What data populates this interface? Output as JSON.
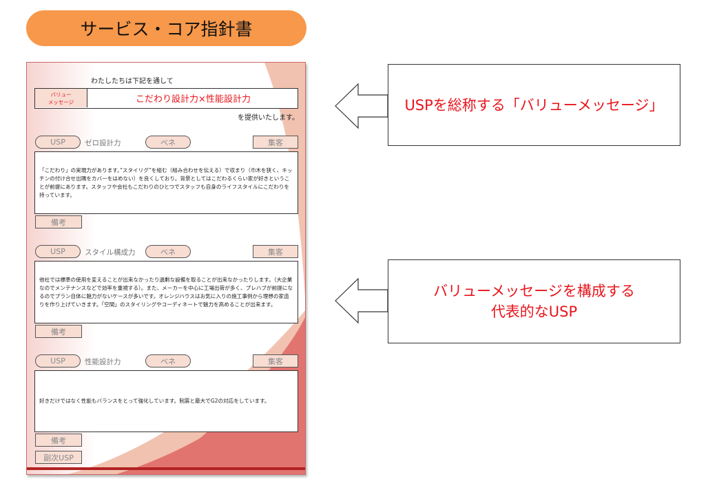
{
  "title": "サービス・コア指針書",
  "doc": {
    "intro": "わたしたちは下記を通して",
    "value_label_1": "バリュー",
    "value_label_2": "メッセージ",
    "value_message": "こだわり設計力×性能設計力",
    "outro": "を提供いたします。",
    "sections": [
      {
        "usp": "USP",
        "name": "ゼロ設計力",
        "bene": "ベネ",
        "shukyaku": "集客",
        "body": "「こだわり」の実現力があります。”スタイリグ”を組む（組み合わせを伝える）で収まり（巾木を狭く、キッチンの付け合せ出隅をカバーをはめない）を良くしており。背景としてはこだわるくらい家が好きということが前提にあります。スタッフや会社もこだわりのひとつでスタッフも自身のライフスタイルにこだわりを持っています。",
        "biko": "備考"
      },
      {
        "usp": "USP",
        "name": "スタイル構成力",
        "bene": "ベネ",
        "shukyaku": "集客",
        "body": "他社では標準の使用を変えることが出来なかったり過剰な設備を取ることが出来なかったりします。（大企業なのでメンテナンスなどで効率を重視する）。また、メーカーを中心に工場出荷が多く、プレハブが前提になるのでプラン自体に魅力がないケースが多いです。オレンジハウスはお気に入りの施工事例から理想の家造りを作り上げていきます。「空間」のスタイリングやコーディネートで魅力を高めることが出来ます。",
        "biko": "備考"
      },
      {
        "usp": "USP",
        "name": "性能設計力",
        "bene": "ベネ",
        "shukyaku": "集客",
        "body": "好きだけではなく性能もバランスをとって強化しています。制震と最大でG2の対応をしています。",
        "biko": "備考"
      }
    ],
    "sub_usp": "副次USP"
  },
  "callouts": [
    {
      "line1": "USPを総称する「バリューメッセージ」",
      "line2": ""
    },
    {
      "line1": "バリューメッセージを構成する",
      "line2": "代表的なUSP"
    }
  ],
  "colors": {
    "title_bg": "#F7984A",
    "accent": "#E8141B",
    "deep_red": "#B22222"
  }
}
